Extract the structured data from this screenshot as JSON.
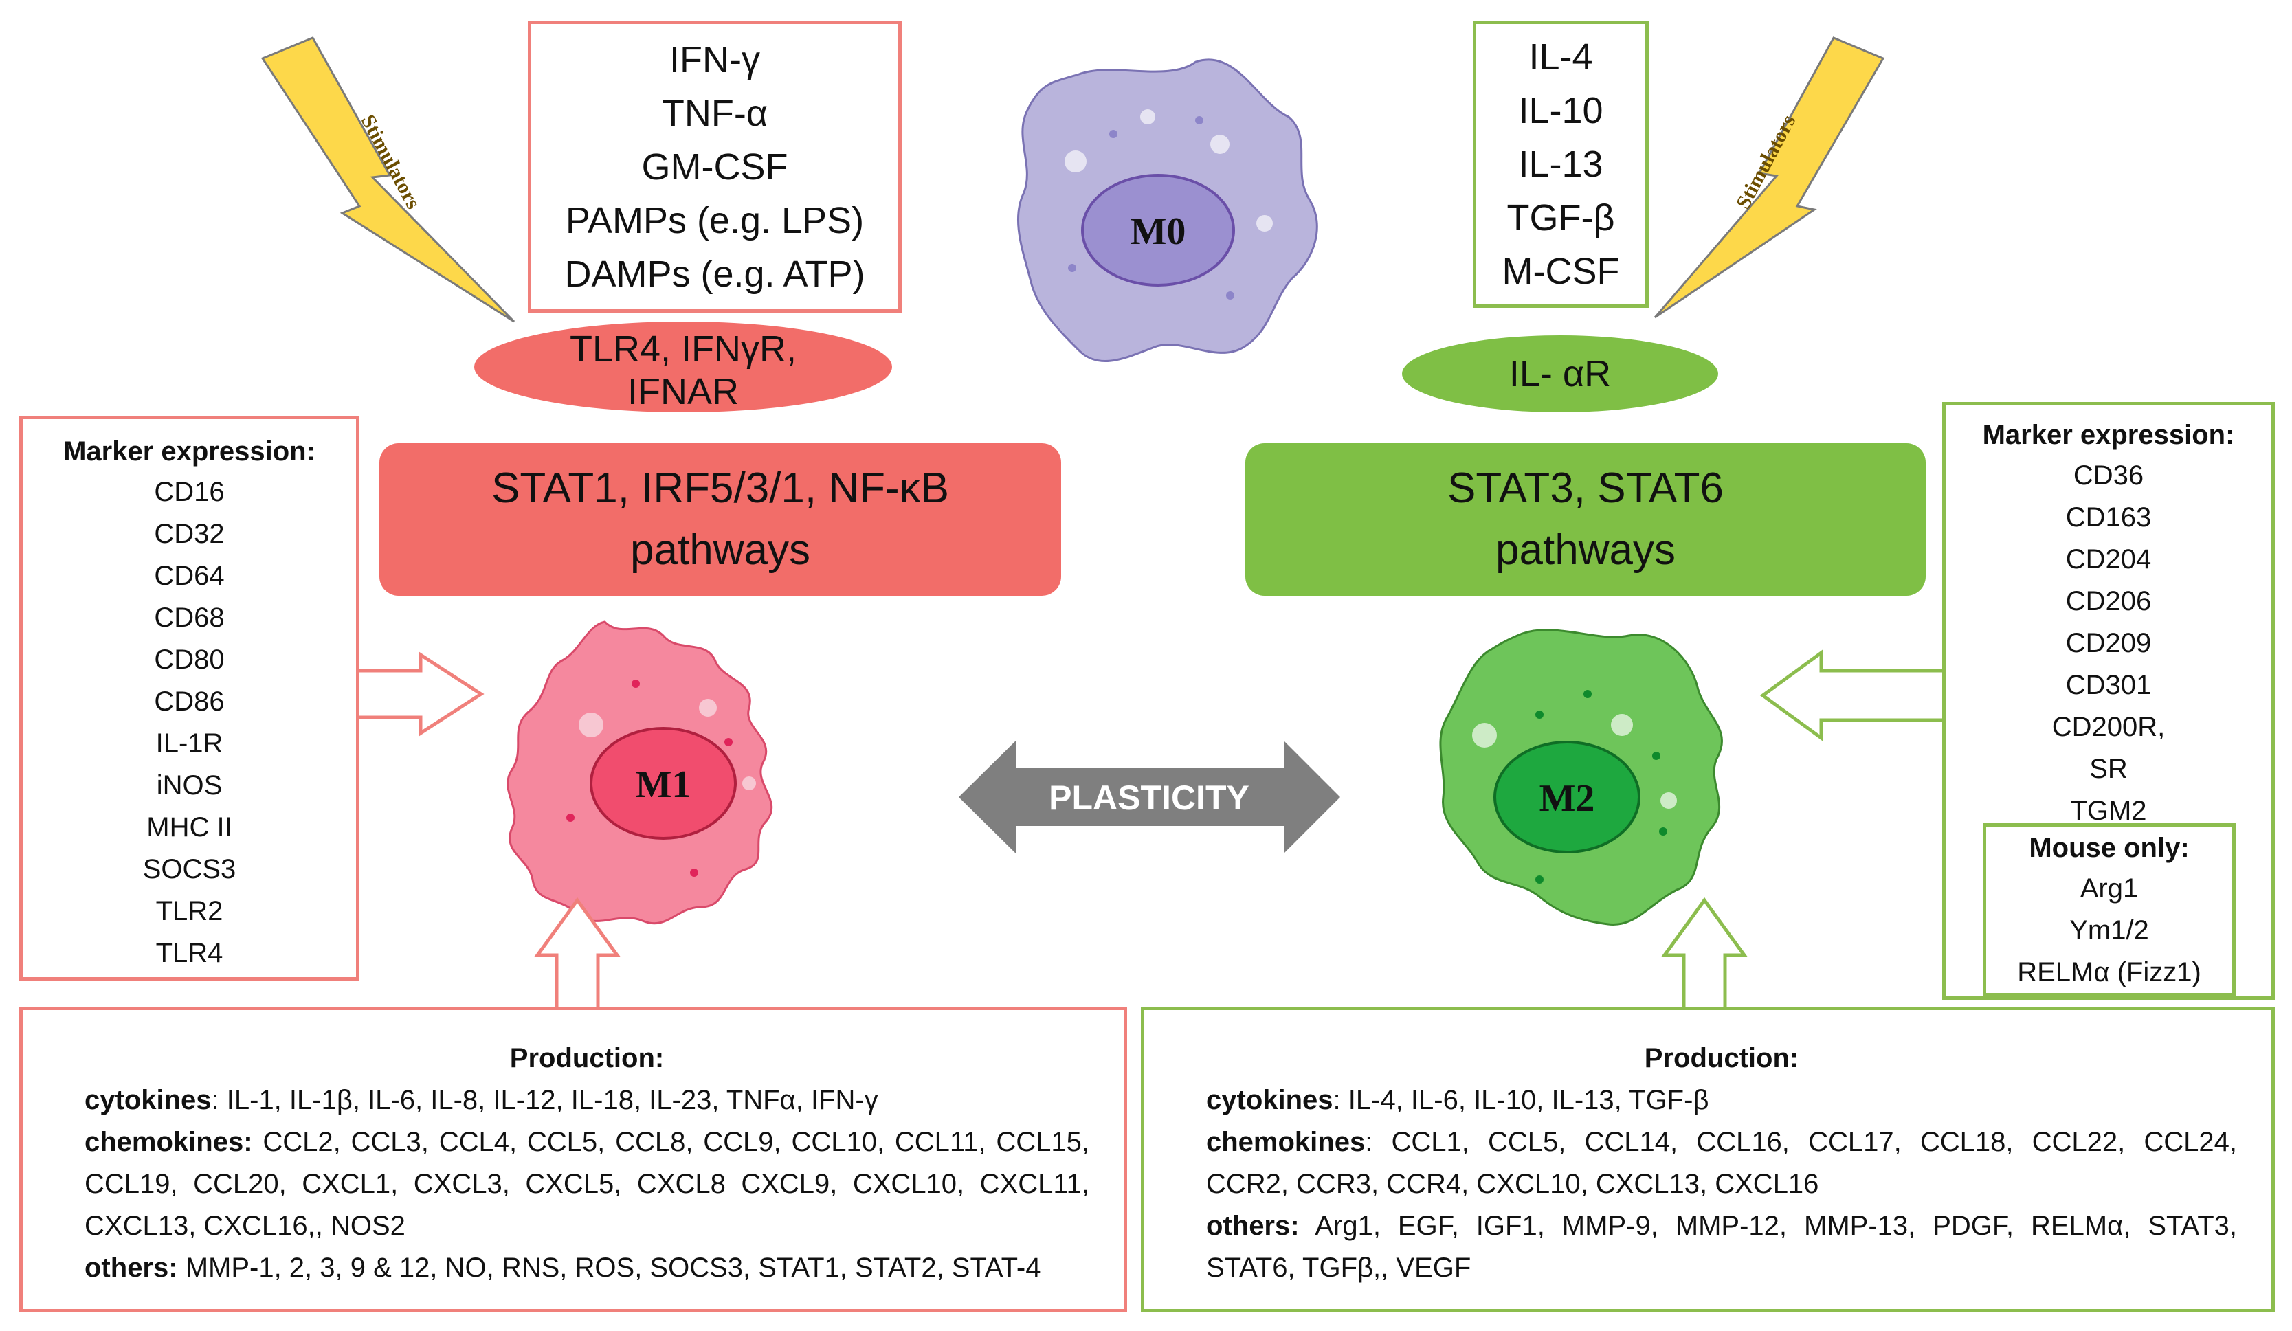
{
  "cells": {
    "m0": "M0",
    "m1": "M1",
    "m2": "M2"
  },
  "stimulators_label": "Stimulators",
  "plasticity": "PLASTICITY",
  "m1_stimuli": [
    "IFN-γ",
    "TNF-α",
    "GM-CSF",
    "PAMPs (e.g. LPS)",
    "DAMPs (e.g. ATP)"
  ],
  "m2_stimuli": [
    "IL-4",
    "IL-10",
    "IL-13",
    "TGF-β",
    "M-CSF"
  ],
  "m1_receptor": [
    "TLR4, IFNγR,",
    "IFNAR"
  ],
  "m2_receptor": "IL- αR",
  "m1_pathway": [
    "STAT1, IRF5/3/1, NF-κB",
    "pathways"
  ],
  "m2_pathway": [
    "STAT3, STAT6",
    "pathways"
  ],
  "m1_markers": {
    "heading": "Marker expression:",
    "items": [
      "CD16",
      "CD32",
      "CD64",
      "CD68",
      "CD80",
      "CD86",
      "IL-1R",
      "iNOS",
      "MHC II",
      "SOCS3",
      "TLR2",
      "TLR4"
    ]
  },
  "m2_markers": {
    "heading": "Marker expression:",
    "items": [
      "CD36",
      "CD163",
      "CD204",
      "CD206",
      "CD209",
      "CD301",
      "CD200R,",
      "SR",
      "TGM2"
    ],
    "mouse_heading": "Mouse only:",
    "mouse_items": [
      "Arg1",
      "Ym1/2",
      "RELMα (Fizz1)"
    ]
  },
  "m1_production": {
    "heading": "Production:",
    "lines": [
      {
        "label": "cytokines",
        "text": ": IL-1, IL-1β, IL-6, IL-8, IL-12, IL-18, IL-23, TNFα, IFN-γ"
      },
      {
        "label": "chemokines:",
        "text": " CCL2, CCL3, CCL4, CCL5, CCL8, CCL9, CCL10, CCL11, CCL15,"
      },
      {
        "label": "",
        "text": "CCL19, CCL20, CXCL1, CXCL3, CXCL5, CXCL8 CXCL9, CXCL10, CXCL11,"
      },
      {
        "label": "",
        "text": "CXCL13, CXCL16,, NOS2"
      },
      {
        "label": "others:",
        "text": " MMP-1, 2, 3, 9 & 12, NO, RNS, ROS, SOCS3, STAT1, STAT2, STAT-4"
      }
    ]
  },
  "m2_production": {
    "heading": "Production:",
    "lines": [
      {
        "label": "cytokines",
        "text": ": IL-4, IL-6, IL-10, IL-13, TGF-β"
      },
      {
        "label": "chemokines",
        "text": ": CCL1, CCL5, CCL14, CCL16, CCL17, CCL18, CCL22, CCL24,"
      },
      {
        "label": "",
        "text": "CCR2, CCR3, CCR4, CXCL10, CXCL13, CXCL16"
      },
      {
        "label": "others:",
        "text": " Arg1, EGF, IGF1, MMP-9, MMP-12, MMP-13, PDGF, RELMα, STAT3,"
      },
      {
        "label": "",
        "text": "STAT6, TGFβ,, VEGF"
      }
    ]
  },
  "colors": {
    "red_border": "#f0807b",
    "red_fill": "#f26d69",
    "green_border": "#8cbd4e",
    "green_fill": "#7fbf45",
    "m0_fill": "#b9b4dc",
    "m1_fill": "#f5889e",
    "m2_fill": "#6ec55a",
    "bolt": "#fdd84a",
    "plasticity_arrow": "#7f7f7f"
  }
}
